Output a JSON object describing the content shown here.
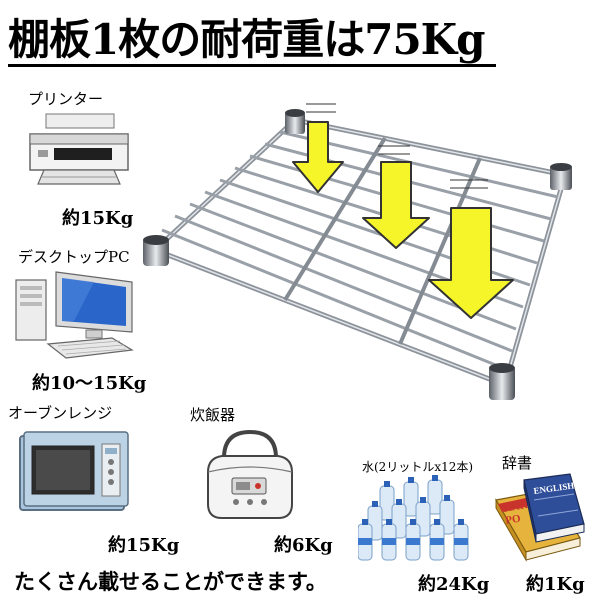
{
  "title": "棚板1枚の耐荷重は75Kg",
  "items": {
    "printer": {
      "label": "プリンター",
      "weight": "約15Kg"
    },
    "desktop_pc": {
      "label": "デスクトップPC",
      "weight": "約10～15Kg"
    },
    "microwave": {
      "label": "オーブンレンジ",
      "weight": "約15Kg"
    },
    "rice_cooker": {
      "label": "炊飯器",
      "weight": "約6Kg"
    },
    "water": {
      "label": "水(2リットルx12本)",
      "weight": "約24Kg"
    },
    "dictionary": {
      "label": "辞書",
      "weight": "約1Kg",
      "book_text": "ENGLISH",
      "book_text_2": "HARR",
      "book_text_3": "PO"
    }
  },
  "footer": "たくさん載せることができます。",
  "colors": {
    "arrow": "#f5f52a",
    "arrow_stroke": "#333333",
    "chrome": "#9aa0a8",
    "microwave_door": "#a9c4dc",
    "book_red": "#c8342c",
    "book_blue": "#2f4e9a",
    "book_yellow": "#e6b43c"
  }
}
